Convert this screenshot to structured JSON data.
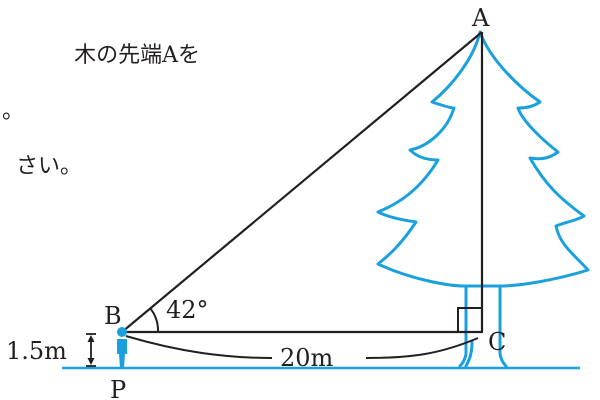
{
  "problem_text": {
    "line1": "木の先端Aを",
    "line2": "た。",
    "line3": "さい。"
  },
  "points": {
    "A": "A",
    "B": "B",
    "C": "C",
    "P": "P"
  },
  "labels": {
    "angle": "42°",
    "distance": "20m",
    "height": "1.5m"
  },
  "colors": {
    "tree": "#1aa0dc",
    "line": "#231f20",
    "ground": "#1aa0dc"
  }
}
